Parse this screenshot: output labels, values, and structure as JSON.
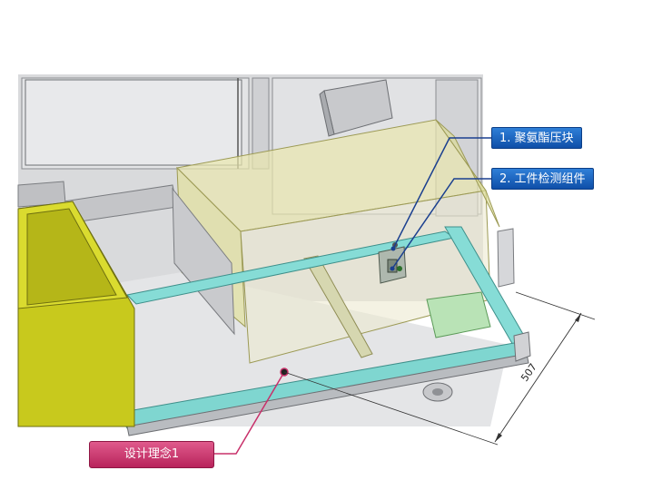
{
  "callouts": {
    "polyurethane_block": "1. 聚氨酯压块",
    "sensor_assembly": "2. 工件检测组件",
    "design_concept": "设计理念1"
  },
  "dimension": {
    "value": "507"
  },
  "colors": {
    "callout_blue": "#1a5fbf",
    "callout_pink": "#c8306a",
    "frame_cyan": "#7fd6d0",
    "box_yellow": "#d4d62a",
    "transparent_frame": "#e8e6a8"
  }
}
